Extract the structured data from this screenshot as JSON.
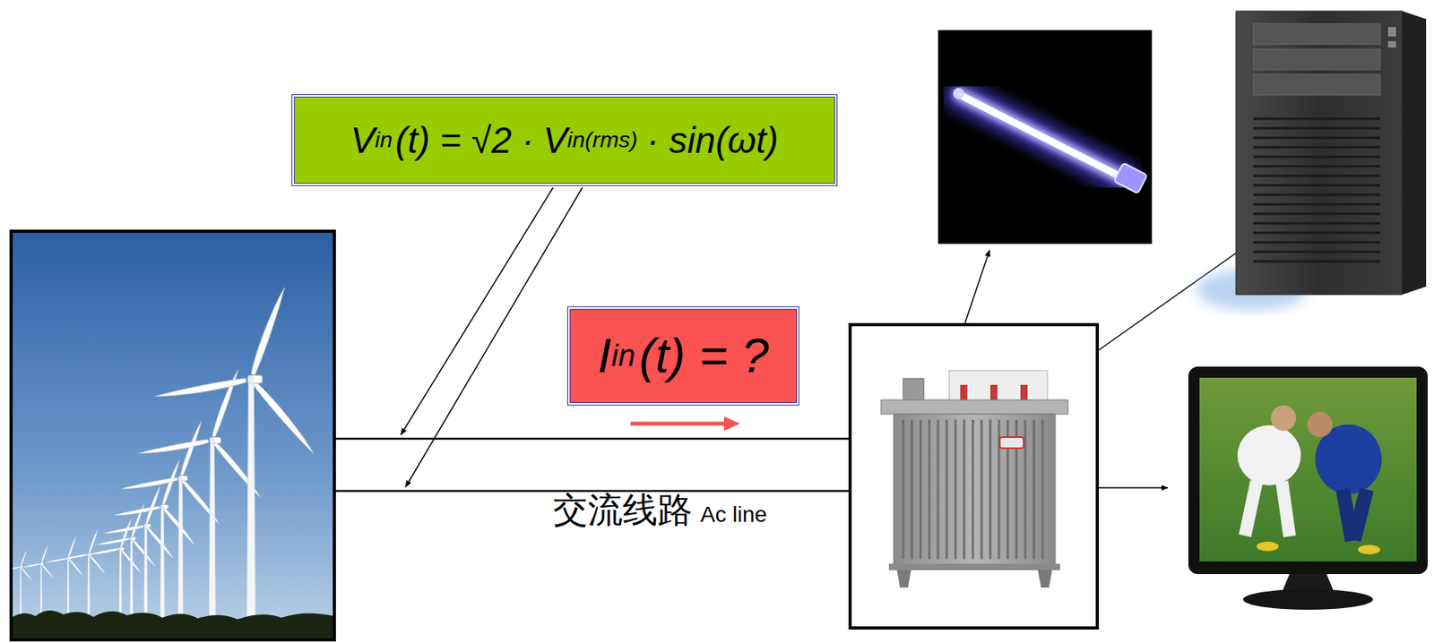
{
  "diagram": {
    "nodes": [
      {
        "text": [
          "V",
          "in",
          "(t) = √2 ·",
          "V",
          "in(rms)",
          "· sin(ωt)"
        ]
      },
      {
        "text": [
          "I",
          "in",
          "(t) = ?"
        ]
      }
    ],
    "labels": [
      "交流线路",
      "Ac line"
    ]
  }
}
